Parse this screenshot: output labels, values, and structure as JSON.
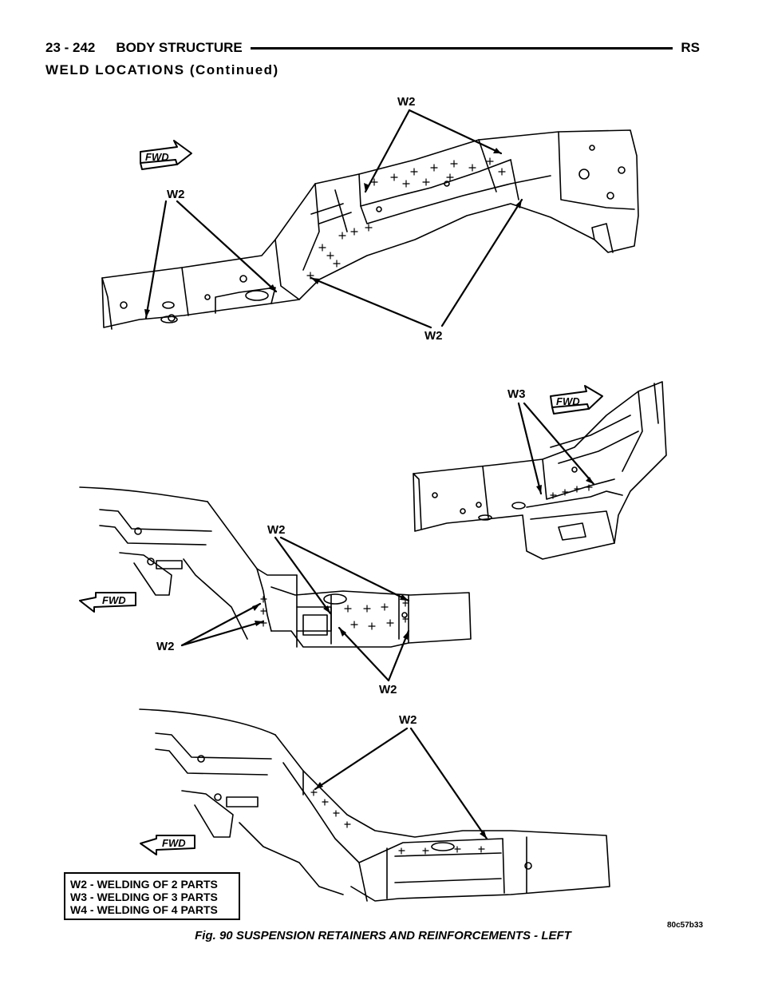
{
  "header": {
    "page_number": "23 - 242",
    "section": "BODY STRUCTURE",
    "model_code": "RS"
  },
  "subheading": "WELD LOCATIONS (Continued)",
  "figure": {
    "view1": {
      "fwd": "FWD",
      "callouts": [
        "W2",
        "W2",
        "W2"
      ]
    },
    "view2": {
      "fwd": "FWD",
      "callout": "W3"
    },
    "view3": {
      "fwd": "FWD",
      "callouts": [
        "W2",
        "W2"
      ]
    },
    "view4": {
      "fwd": "FWD",
      "callout": "W2"
    },
    "legend": [
      "W2 - WELDING OF 2 PARTS",
      "W3 - WELDING OF 3 PARTS",
      "W4 - WELDING OF 4 PARTS"
    ],
    "illustration_code": "80c57b33",
    "caption": "Fig. 90 SUSPENSION RETAINERS AND REINFORCEMENTS - LEFT"
  }
}
